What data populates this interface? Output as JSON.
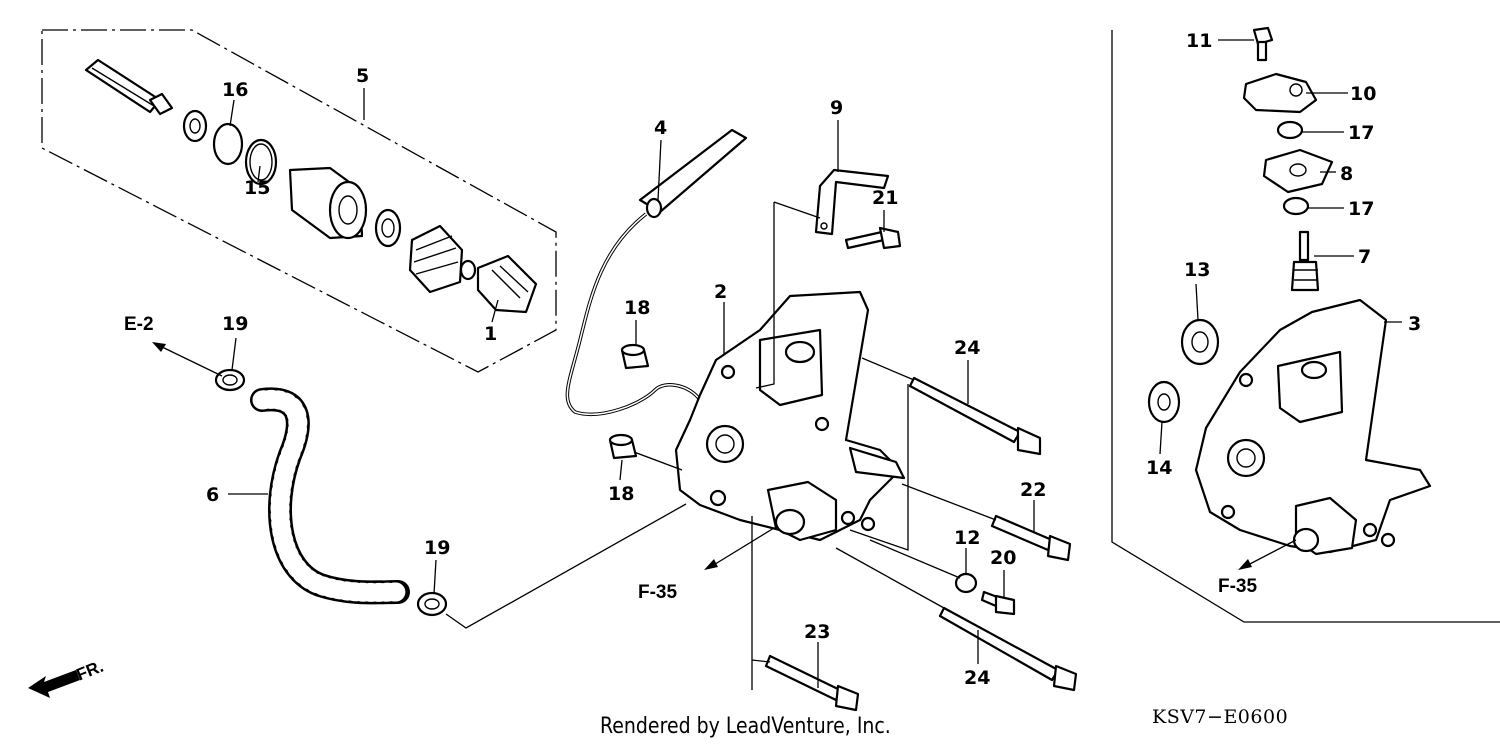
{
  "callouts": [
    {
      "id": "c1",
      "label": "1"
    },
    {
      "id": "c2",
      "label": "2"
    },
    {
      "id": "c3",
      "label": "3"
    },
    {
      "id": "c4",
      "label": "4"
    },
    {
      "id": "c5",
      "label": "5"
    },
    {
      "id": "c6",
      "label": "6"
    },
    {
      "id": "c7",
      "label": "7"
    },
    {
      "id": "c8",
      "label": "8"
    },
    {
      "id": "c9",
      "label": "9"
    },
    {
      "id": "c10",
      "label": "10"
    },
    {
      "id": "c11",
      "label": "11"
    },
    {
      "id": "c12",
      "label": "12"
    },
    {
      "id": "c13",
      "label": "13"
    },
    {
      "id": "c14",
      "label": "14"
    },
    {
      "id": "c15",
      "label": "15"
    },
    {
      "id": "c16",
      "label": "16"
    },
    {
      "id": "c17a",
      "label": "17"
    },
    {
      "id": "c17b",
      "label": "17"
    },
    {
      "id": "c18a",
      "label": "18"
    },
    {
      "id": "c18b",
      "label": "18"
    },
    {
      "id": "c19a",
      "label": "19"
    },
    {
      "id": "c19b",
      "label": "19"
    },
    {
      "id": "c20",
      "label": "20"
    },
    {
      "id": "c21",
      "label": "21"
    },
    {
      "id": "c22",
      "label": "22"
    },
    {
      "id": "c23",
      "label": "23"
    },
    {
      "id": "c24a",
      "label": "24"
    },
    {
      "id": "c24b",
      "label": "24"
    }
  ],
  "references": {
    "e2": "E-2",
    "f35_left": "F-35",
    "f35_right": "F-35",
    "front": "FR."
  },
  "footer": {
    "credit": "Rendered by LeadVenture, Inc.",
    "diagram_code": "KSV7−E0600"
  }
}
